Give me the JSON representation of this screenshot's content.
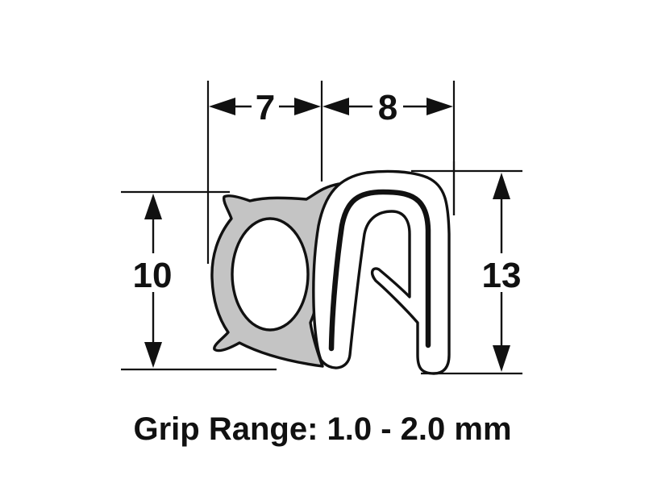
{
  "diagram": {
    "type": "technical-dimension-drawing",
    "subject": "rubber edge trim seal profile with bulb and U-channel grip",
    "dimensions": {
      "bulb_width": "7",
      "channel_width": "8",
      "bulb_height": "10",
      "channel_height": "13"
    },
    "caption": "Grip Range: 1.0 - 2.0 mm",
    "colors": {
      "line": "#111111",
      "bulb_fill": "#c4c4c4",
      "background": "#ffffff"
    }
  }
}
